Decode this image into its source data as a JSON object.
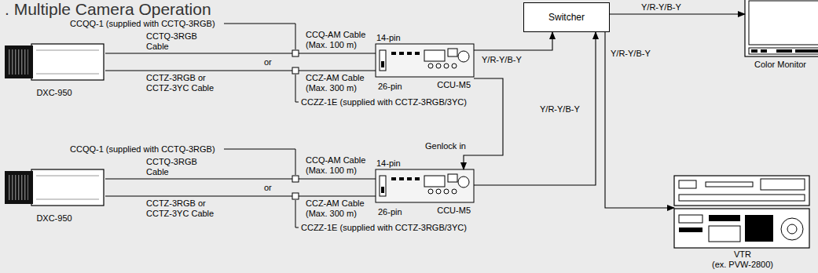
{
  "diagram": {
    "title": ". Multiple Camera Operation",
    "nodes": [
      {
        "text": [
          "Switcher"
        ]
      },
      {
        "text": [
          "Color Monitor"
        ]
      },
      {
        "text": [
          "DXC-950"
        ]
      },
      {
        "text": [
          "CCU-M5"
        ]
      },
      {
        "text": [
          "DXC-950"
        ]
      },
      {
        "text": [
          "CCU-M5"
        ]
      },
      {
        "text": [
          "VTR",
          "(ex. PVW-2800)"
        ]
      }
    ],
    "edges": [
      {
        "from": 0,
        "to": 1,
        "label": "Y/R-Y/B-Y",
        "arrow": "to"
      },
      {
        "from": 3,
        "to": 0,
        "label": "Y/R-Y/B-Y",
        "arrow": "to"
      },
      {
        "from": 5,
        "to": 0,
        "label": "Y/R-Y/B-Y",
        "arrow": "to"
      },
      {
        "from": 0,
        "to": 6,
        "label": "Y/R-Y/B-Y",
        "arrow": "to"
      },
      {
        "from": 3,
        "to": 5,
        "label": "Genlock in",
        "arrow": "to"
      },
      {
        "from": 2,
        "to": 3,
        "arrow": "none"
      },
      {
        "from": 2,
        "to": 3,
        "arrow": "none"
      },
      {
        "from": 4,
        "to": 5,
        "arrow": "none"
      },
      {
        "from": 4,
        "to": 5,
        "arrow": "none"
      }
    ],
    "labels": [
      "CCQQ-1 (supplied with CCTQ-3RGB)",
      "CCTQ-3RGB Cable",
      "CCQ-AM Cable (Max. 100 m)",
      "14-pin",
      "or",
      "CCTZ-3RGB or CCTZ-3YC Cable",
      "CCZ-AM Cable (Max. 300 m)",
      "26-pin",
      "CCZZ-1E (supplied with CCTZ-3RGB/3YC)",
      "CCQQ-1 (supplied with CCTQ-3RGB)",
      "CCTQ-3RGB Cable",
      "CCQ-AM Cable (Max. 100 m)",
      "14-pin",
      "or",
      "CCTZ-3RGB or CCTZ-3YC Cable",
      "CCZ-AM Cable (Max. 300 m)",
      "26-pin",
      "CCZZ-1E (supplied with CCTZ-3RGB/3YC)"
    ]
  }
}
